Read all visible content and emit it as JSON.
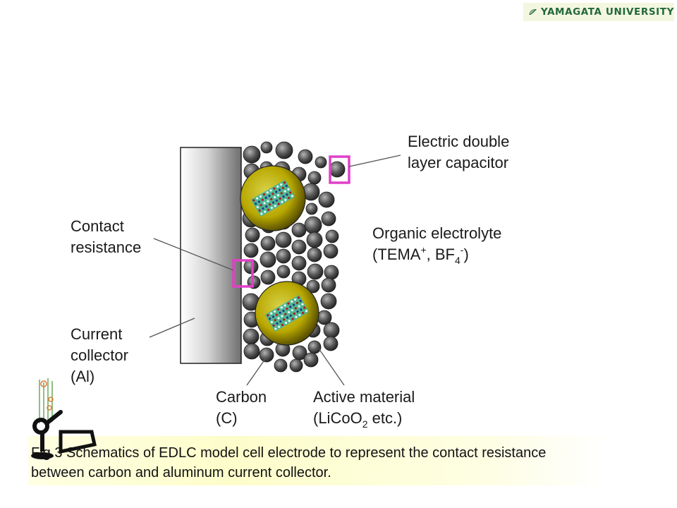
{
  "logo": {
    "text": "YAMAGATA UNIVERSITY",
    "color": "#22693a"
  },
  "diagram": {
    "labels": {
      "edlc_line1": "Electric double",
      "edlc_line2": "layer capacitor",
      "electrolyte_line1": "Organic electrolyte",
      "electrolyte_open": "(TEMA",
      "electrolyte_plus": "+",
      "electrolyte_mid": ", BF",
      "electrolyte_sub": "4",
      "electrolyte_sup": "-",
      "electrolyte_close": ")",
      "contact_line1": "Contact",
      "contact_line2": "resistance",
      "collector_line1": "Current",
      "collector_line2": "collector",
      "collector_line3": "(Al)",
      "carbon_line1": "Carbon",
      "carbon_line2": "(C)",
      "active_line1": "Active material",
      "active_open": "(LiCoO",
      "active_sub": "2",
      "active_rest": " etc.)"
    },
    "colors": {
      "highlight_box": "#e040c8",
      "carbon": "#555555",
      "active_shell": "#b8a800",
      "crystal": "#2aa89a",
      "atom_red": "#b0181c"
    }
  },
  "caption": {
    "line1": "Fig.3   Schematics of EDLC model cell electrode to represent the contact resistance",
    "line2": "between carbon and aluminum current collector."
  }
}
